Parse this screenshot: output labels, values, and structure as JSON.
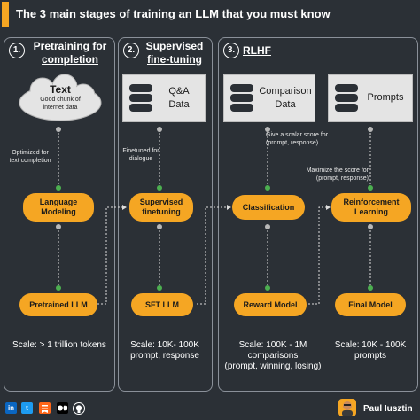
{
  "title": "The 3 main stages of training an LLM that you must know",
  "stages": [
    {
      "number": "1.",
      "label_line1": "Pretraining for",
      "label_line2": "completion"
    },
    {
      "number": "2.",
      "label_line1": "Supervised",
      "label_line2": "fine-tuning"
    },
    {
      "number": "3.",
      "label_line1": "RLHF",
      "label_line2": ""
    }
  ],
  "cloud": {
    "title": "Text",
    "line1": "Good chunk of",
    "line2": "internet data"
  },
  "databases": {
    "qa": {
      "line1": "Q&A",
      "line2": "Data"
    },
    "comparison": {
      "line1": "Comparison",
      "line2": "Data"
    },
    "prompts": {
      "line1": "Prompts"
    }
  },
  "annotations": {
    "optimized": {
      "line1": "Optimized for",
      "line2": "text completion"
    },
    "finetuned": {
      "line1": "Finetuned for",
      "line2": "dialogue"
    },
    "scalar": {
      "line1": "Give a scalar score  for",
      "line2": "(prompt, response)"
    },
    "maximize": {
      "line1": "Maximize the score for",
      "line2": "(prompt, response)"
    }
  },
  "nodes": {
    "language_modeling": {
      "line1": "Language",
      "line2": "Modeling"
    },
    "supervised_finetuning": {
      "line1": "Supervised",
      "line2": "finetuning"
    },
    "classification": {
      "line1": "Classification"
    },
    "reinforcement": {
      "line1": "Reinforcement",
      "line2": "Learning"
    },
    "pretrained_llm": {
      "line1": "Pretrained LLM"
    },
    "sft_llm": {
      "line1": "SFT LLM"
    },
    "reward_model": {
      "line1": "Reward Model"
    },
    "final_model": {
      "line1": "Final Model"
    }
  },
  "scales": {
    "s1": {
      "line1": "Scale: > 1 trillion tokens"
    },
    "s2": {
      "line1": "Scale: 10K- 100K",
      "line2": "prompt, response"
    },
    "s3": {
      "line1": "Scale: 100K - 1M",
      "line2": "comparisons",
      "line3": "(prompt, winning, losing)"
    },
    "s4": {
      "line1": "Scale: 10K - 100K",
      "line2": "prompts"
    }
  },
  "footer": {
    "author": "Paul Iusztin",
    "icons": [
      "linkedin-icon",
      "twitter-icon",
      "substack-icon",
      "medium-icon",
      "github-icon"
    ]
  },
  "colors": {
    "accent": "#f5a623",
    "background": "#2b3036",
    "panel_border": "#8a9099",
    "node_dot": "#4caf50"
  }
}
